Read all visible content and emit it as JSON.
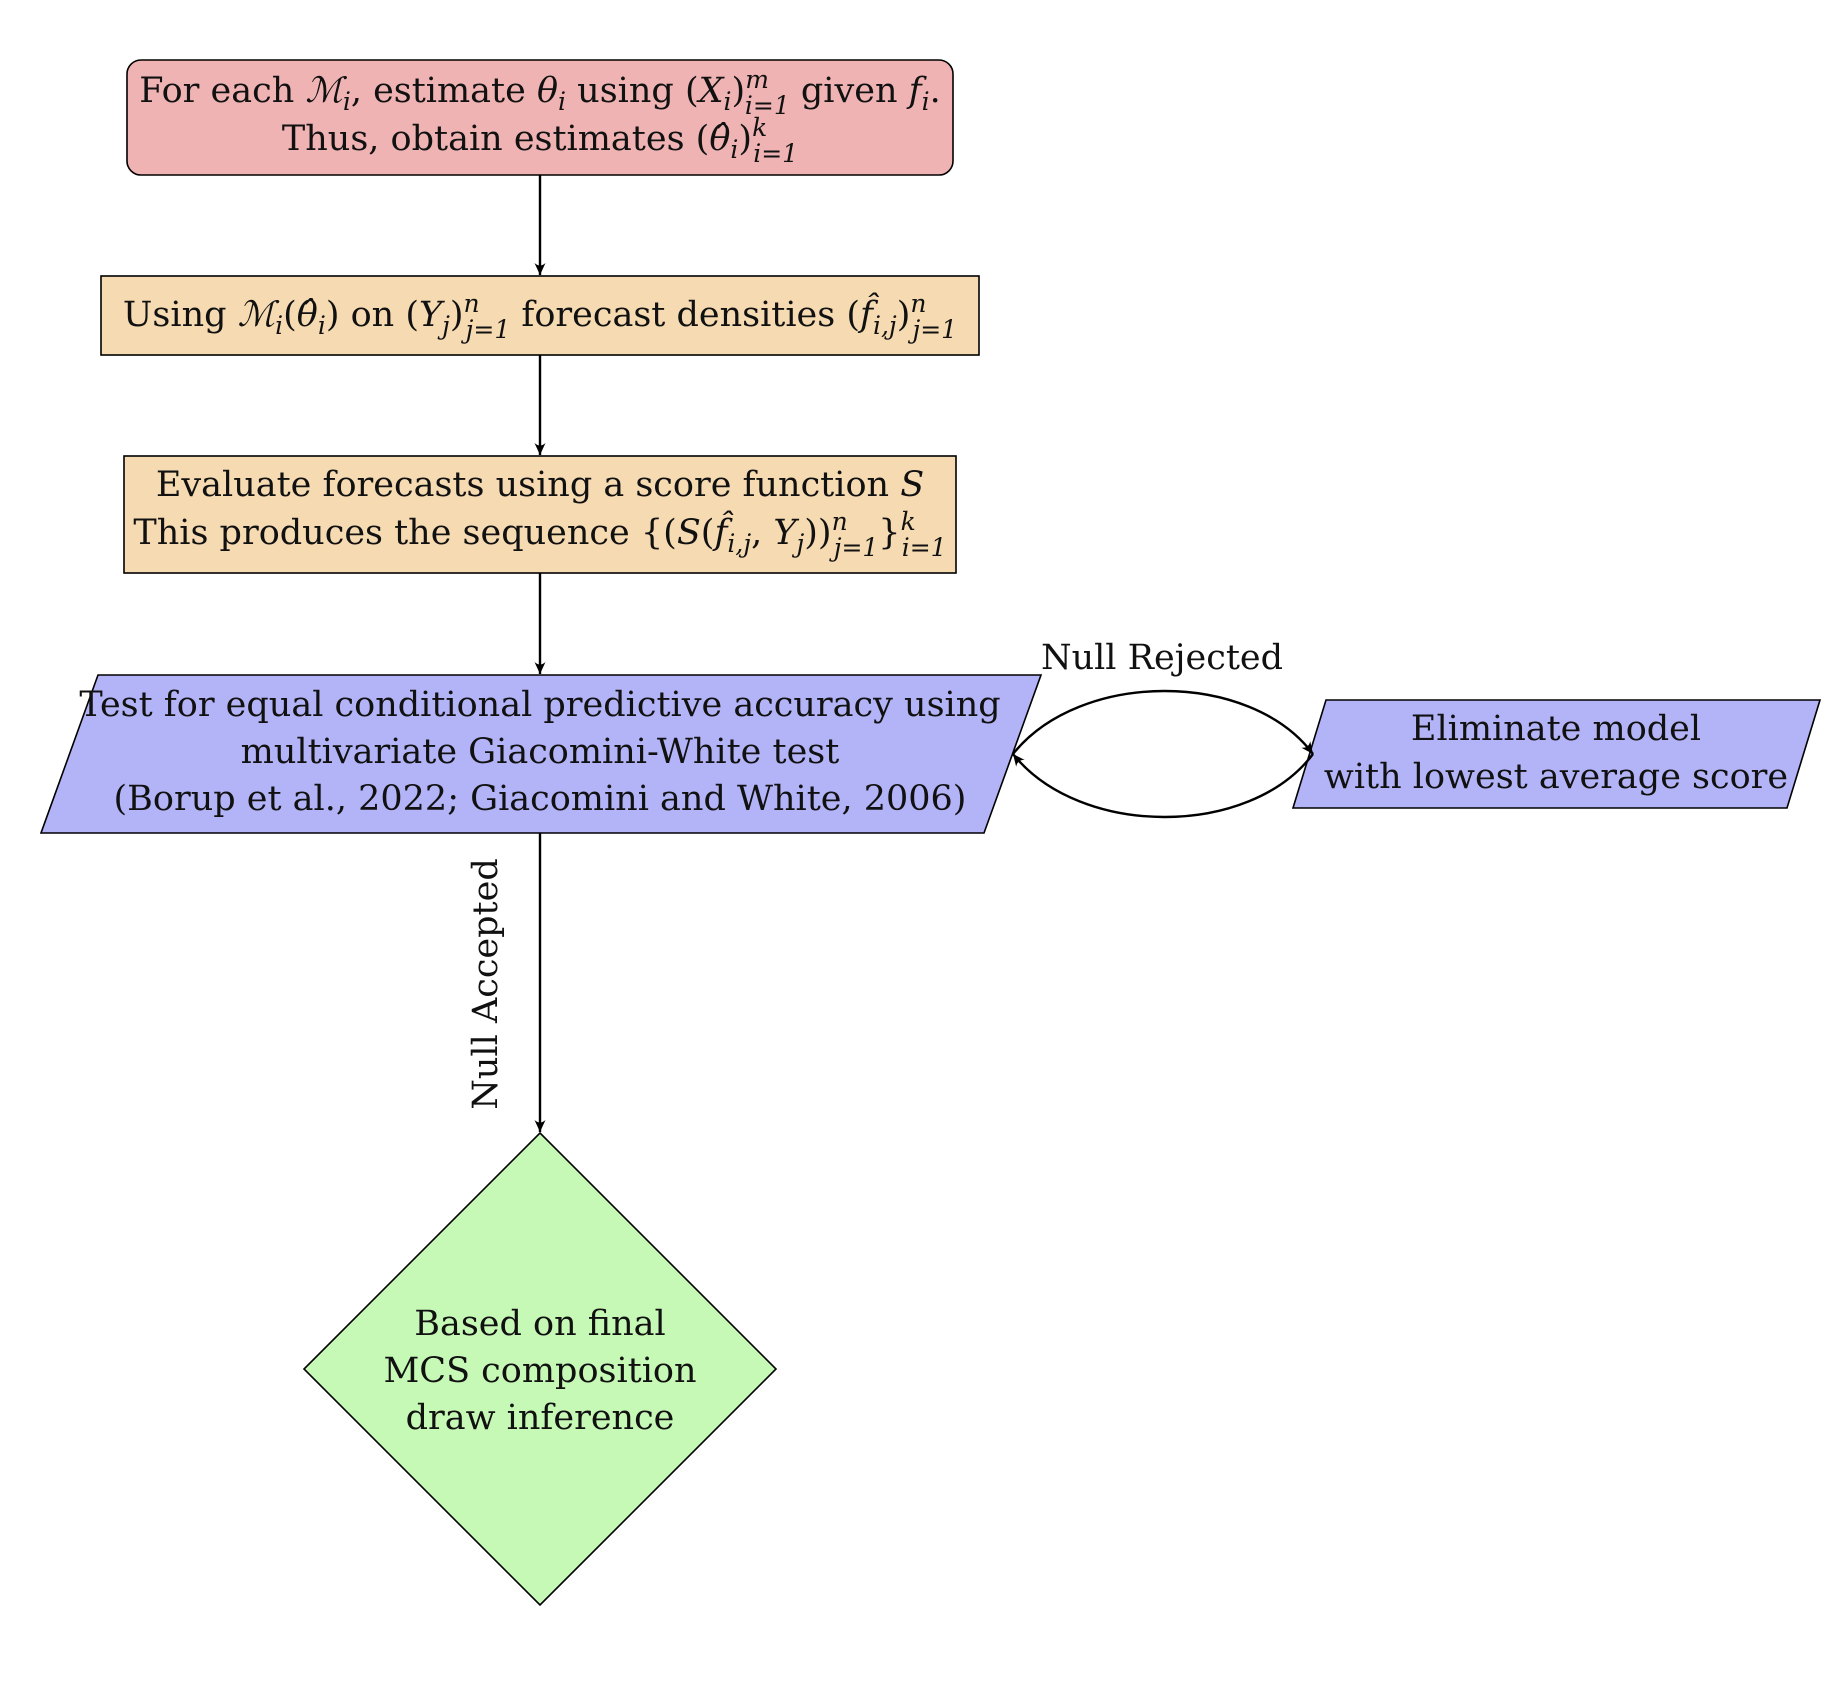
{
  "colors": {
    "estimate_box": "#efb3b3",
    "forecast_box": "#f5dab2",
    "test_box": "#b3b3f7",
    "eliminate_box": "#b3b3f7",
    "inference_box": "#c6f8b6",
    "stroke": "#000000"
  },
  "nodes": {
    "estimate": {
      "line1": [
        "For each ",
        "ℳ",
        "i",
        ", estimate ",
        "θ",
        "i",
        " using ",
        "(",
        "X",
        "i",
        ")",
        "m",
        "i=1",
        " given ",
        "f",
        "i",
        "."
      ],
      "line2": [
        "Thus, obtain estimates ",
        "(",
        "θ̂",
        "i",
        ")",
        "k",
        "i=1"
      ]
    },
    "forecast": {
      "line1": [
        "Using ",
        "ℳ",
        "i",
        "(",
        "θ̂",
        "i",
        ") on ",
        "(",
        "Y",
        "j",
        ")",
        "n",
        "j=1",
        " forecast densities ",
        "(",
        "f̂",
        "i,j",
        ")",
        "n",
        "j=1"
      ]
    },
    "evaluate": {
      "line1": [
        "Evaluate forecasts using a score function ",
        "S"
      ],
      "line2": [
        "This produces the sequence ",
        "{(",
        "S",
        "(",
        "f̂",
        "i,j",
        ", ",
        "Y",
        "j",
        "))",
        "n",
        "j=1",
        "}",
        "k",
        "i=1"
      ]
    },
    "test": {
      "line1": "Test for equal conditional predictive accuracy using",
      "line2": "multivariate Giacomini-White test",
      "line3": "(Borup et al., 2022; Giacomini and White, 2006)"
    },
    "eliminate": {
      "line1": "Eliminate model",
      "line2": "with lowest average score"
    },
    "inference": {
      "line1": "Based on final",
      "line2": "MCS composition",
      "line3": "draw inference"
    }
  },
  "edges": {
    "null_rejected": "Null Rejected",
    "null_accepted": "Null Accepted"
  }
}
